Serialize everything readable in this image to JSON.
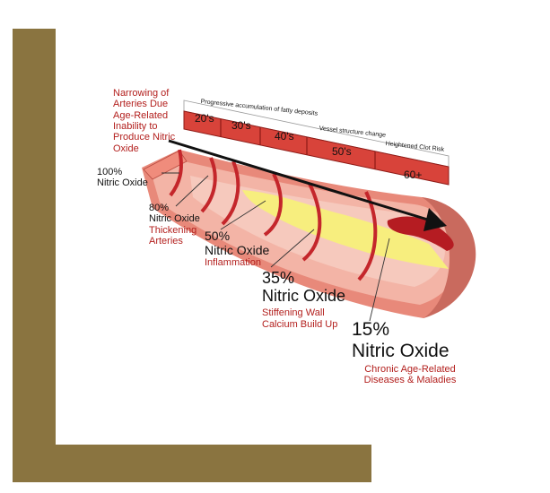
{
  "colors": {
    "frame": "#8a7440",
    "artery_outer": "#e8897a",
    "artery_wall": "#f3b4a6",
    "artery_inner": "#f6c9bd",
    "plaque": "#f7ee7e",
    "ring": "#c4262b",
    "label_red": "#b3201e"
  },
  "title": [
    "Narrowing of",
    "Arteries Due",
    "Age-Related",
    "Inability to",
    "Produce Nitric",
    "Oxide"
  ],
  "timeline": {
    "header_left": "Progressive accumulation of fatty deposits",
    "header_mid": "Vessel structure change",
    "header_right": "Heightened Clot Risk",
    "ages": [
      "20's",
      "30's",
      "40's",
      "50's",
      "60+"
    ]
  },
  "stages": [
    {
      "percent": "100%",
      "name": "Nitric Oxide",
      "effect": ""
    },
    {
      "percent": "80%",
      "name": "Nitric Oxide",
      "effect_lines": [
        "Thickening",
        "Arteries"
      ]
    },
    {
      "percent": "50%",
      "name": "Nitric Oxide",
      "effect_lines": [
        "Inflammation"
      ]
    },
    {
      "percent": "35%",
      "name": "Nitric Oxide",
      "effect_lines": [
        "Stiffening Wall",
        "Calcium Build Up"
      ]
    },
    {
      "percent": "15%",
      "name": "Nitric Oxide",
      "effect_lines": [
        "Chronic Age-Related",
        "Diseases & Maladies"
      ]
    }
  ]
}
